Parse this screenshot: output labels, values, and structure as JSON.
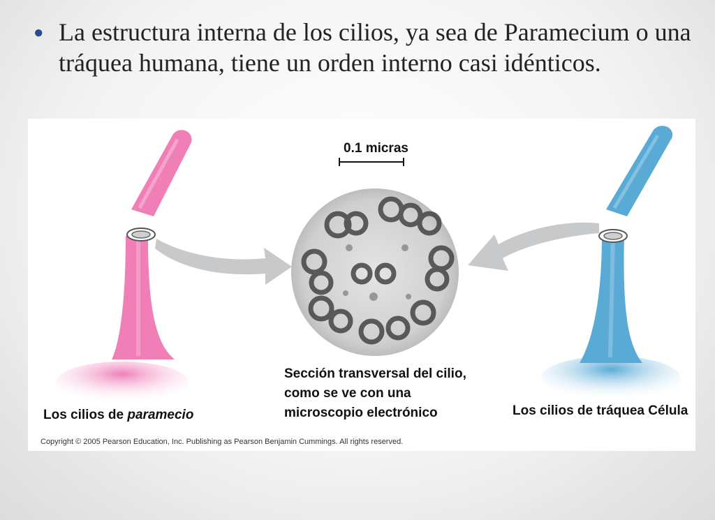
{
  "slide": {
    "bullet_text": "La estructura interna de los cilios, ya sea de Paramecium o una tráquea humana, tiene un orden interno casi idénticos."
  },
  "figure": {
    "scale_label": "0.1 micras",
    "caption_left": {
      "prefix": "Los cilios de ",
      "italic": "paramecio"
    },
    "caption_center_lines": [
      "Sección transversal del cilio,",
      "como se ve con una",
      "microscopio electrónico"
    ],
    "caption_right": "Los cilios de tráquea Célula",
    "copyright": "Copyright © 2005 Pearson Education, Inc. Publishing as Pearson Benjamin Cummings. All rights reserved.",
    "colors": {
      "paramecium_cilium": "#f07fb8",
      "trachea_cilium": "#5aaad6",
      "arrow": "#c8c9cb",
      "micrograph_bg": "#d9d9d9"
    }
  }
}
